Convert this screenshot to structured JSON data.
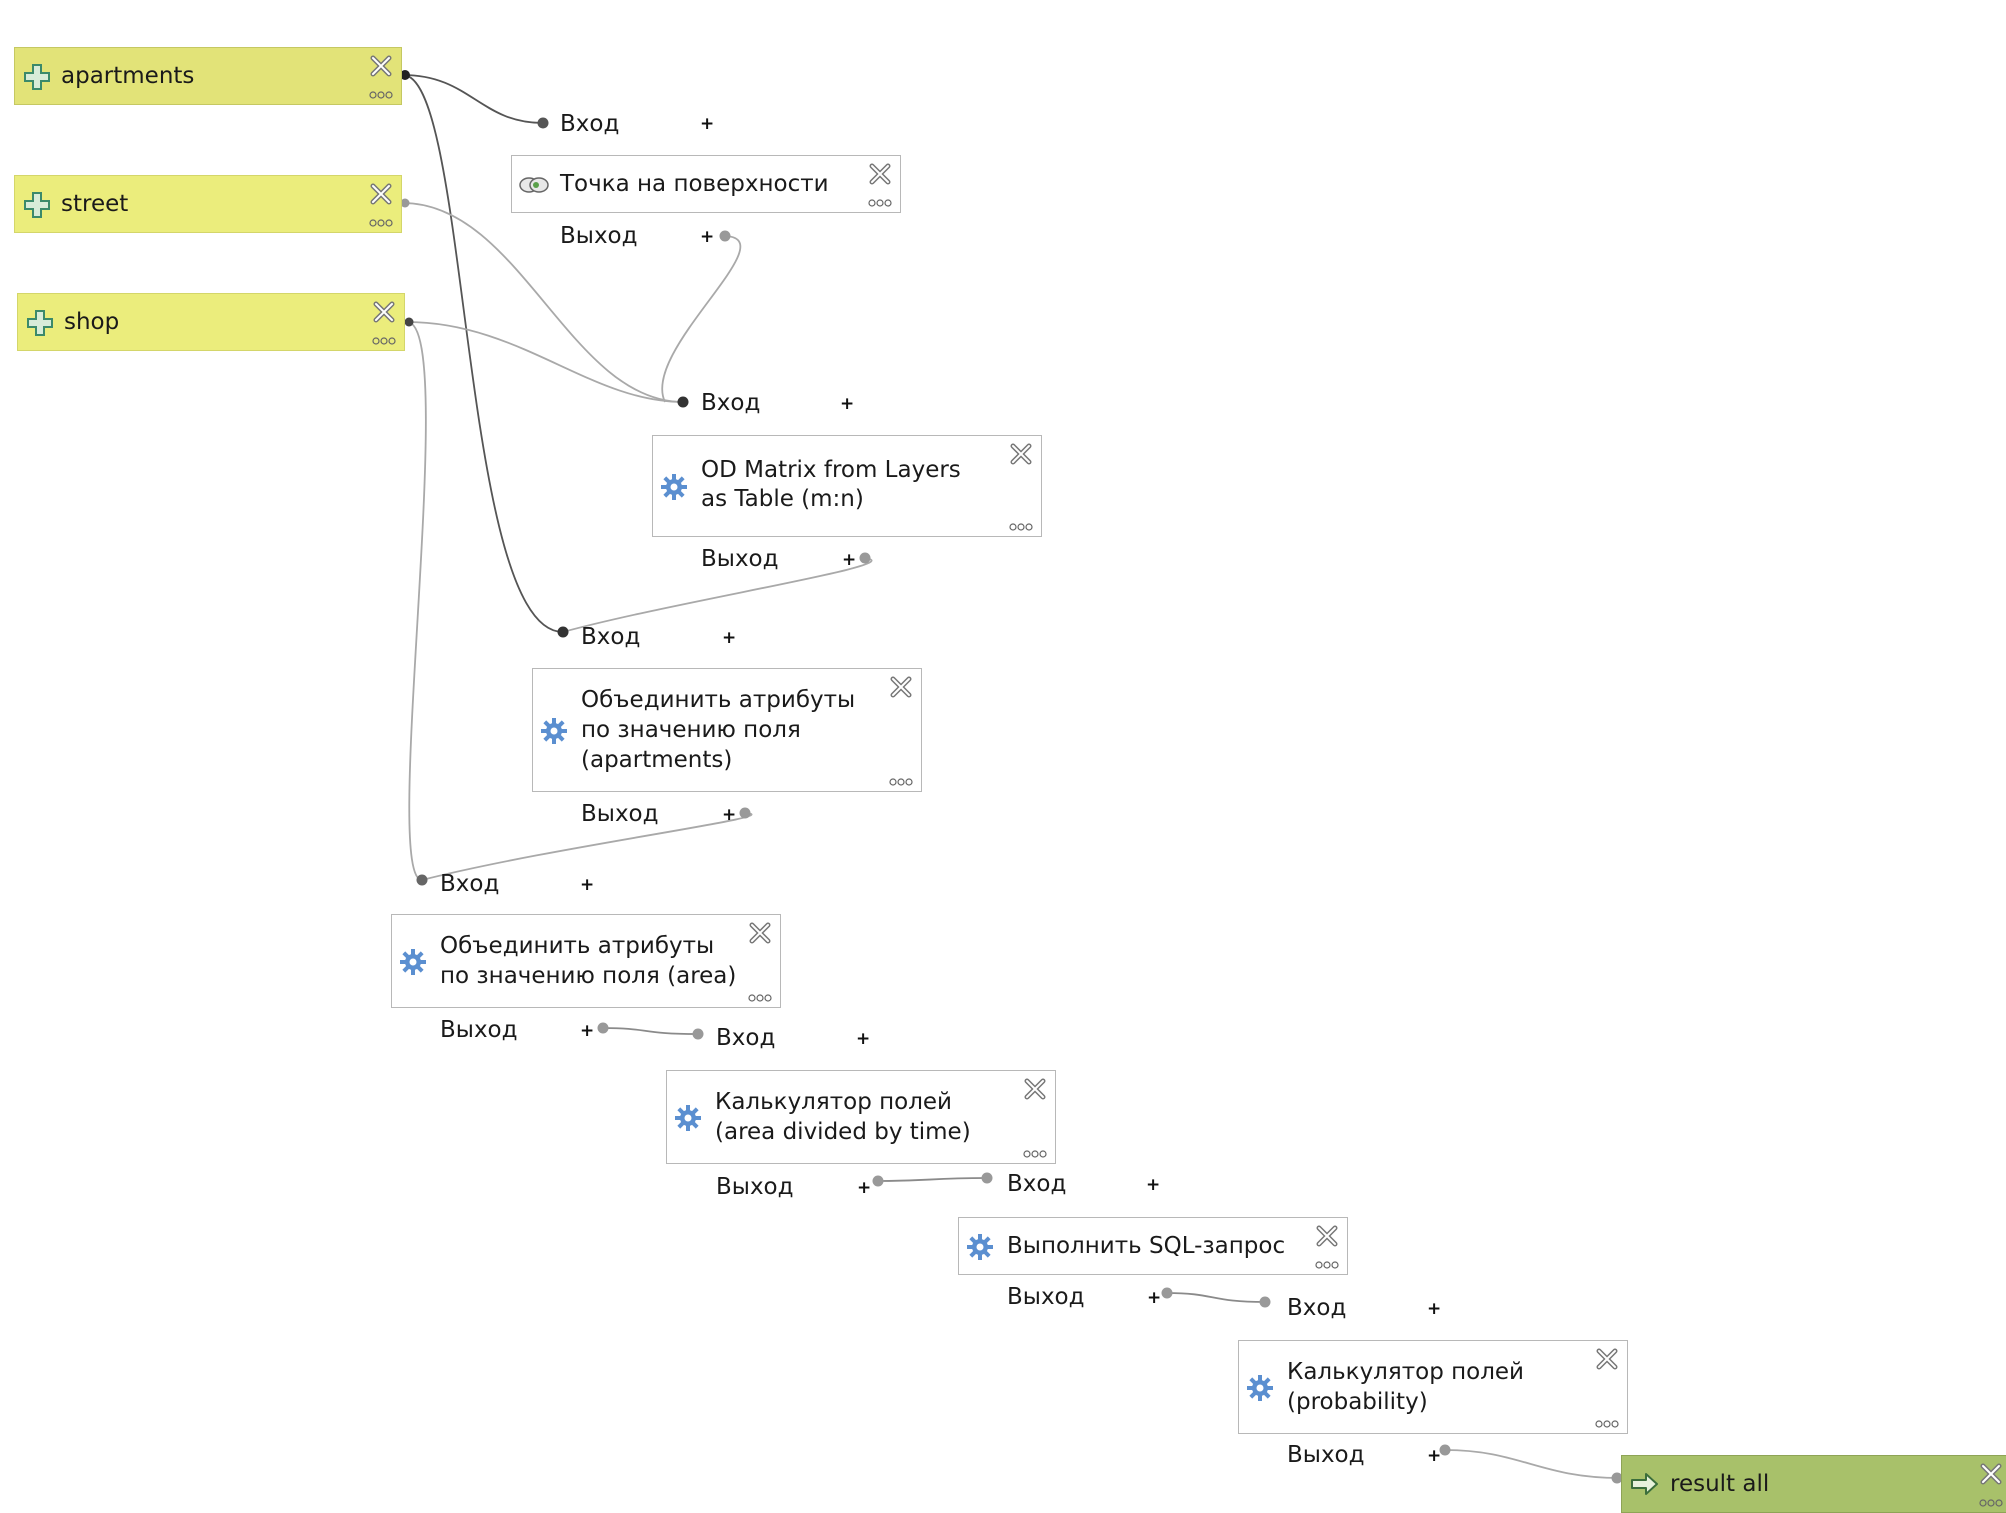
{
  "inputs": {
    "apartments": "apartments",
    "street": "street",
    "shop": "shop"
  },
  "algorithms": {
    "point_on_surface": "Точка на поверхности",
    "od_matrix": "OD Matrix from Layers as Table (m:n)",
    "join_apartments": "Объединить атрибуты по значению поля (apartments)",
    "join_area": "Объединить атрибуты по значению поля (area)",
    "calc_area_time": "Калькулятор полей (area divided by time)",
    "sql_query": "Выполнить SQL-запрос",
    "calc_probability": "Калькулятор полей (probability)"
  },
  "outputs": {
    "result_all": "result all"
  },
  "ports": {
    "in": "Вход",
    "out": "Выход",
    "expand": "+"
  },
  "colors": {
    "input_node": "#ebed7c",
    "output_node": "#a8c16a",
    "wire_dark": "#555555",
    "wire_light": "#a9a9a9"
  }
}
